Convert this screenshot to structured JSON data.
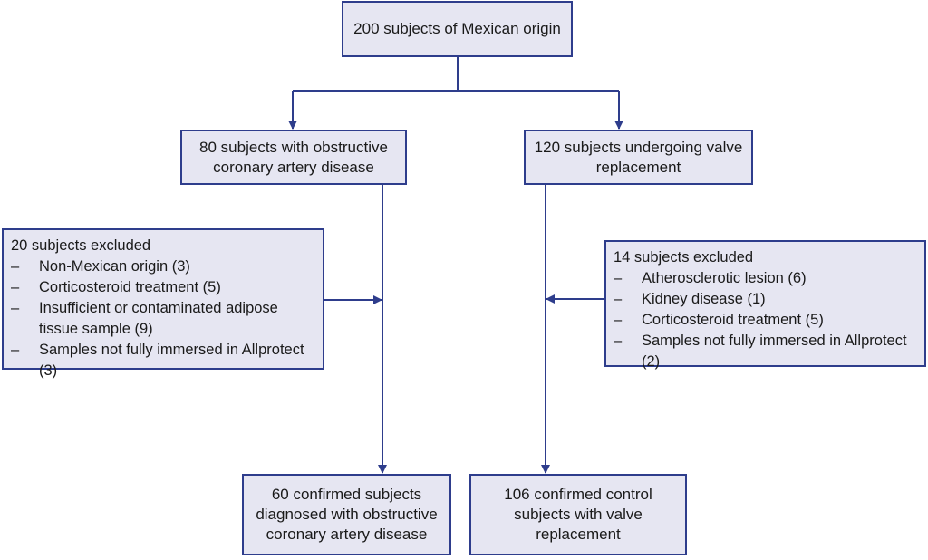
{
  "top": {
    "lines": [
      "200 subjects of Mexican origin"
    ]
  },
  "left_group": {
    "lines": [
      "80 subjects with obstructive",
      "coronary artery disease"
    ]
  },
  "right_group": {
    "lines": [
      "120 subjects undergoing valve",
      "replacement"
    ]
  },
  "left_exclusion": {
    "title": "20 subjects excluded",
    "items": [
      "Non-Mexican origin (3)",
      "Corticosteroid treatment (5)",
      "Insufficient or contaminated adipose tissue sample (9)",
      "Samples not fully immersed in Allprotect (3)"
    ]
  },
  "right_exclusion": {
    "title": "14 subjects excluded",
    "items": [
      "Atherosclerotic lesion (6)",
      "Kidney disease (1)",
      "Corticosteroid treatment (5)",
      "Samples not fully immersed in Allprotect (2)"
    ]
  },
  "left_result": {
    "lines": [
      "60 confirmed subjects",
      "diagnosed with obstructive",
      "coronary artery disease"
    ]
  },
  "right_result": {
    "lines": [
      "106 confirmed control",
      "subjects with valve",
      "replacement"
    ]
  },
  "colors": {
    "border": "#2e3d8c",
    "fill": "#e6e6f2",
    "arrow": "#2e3d8c"
  }
}
